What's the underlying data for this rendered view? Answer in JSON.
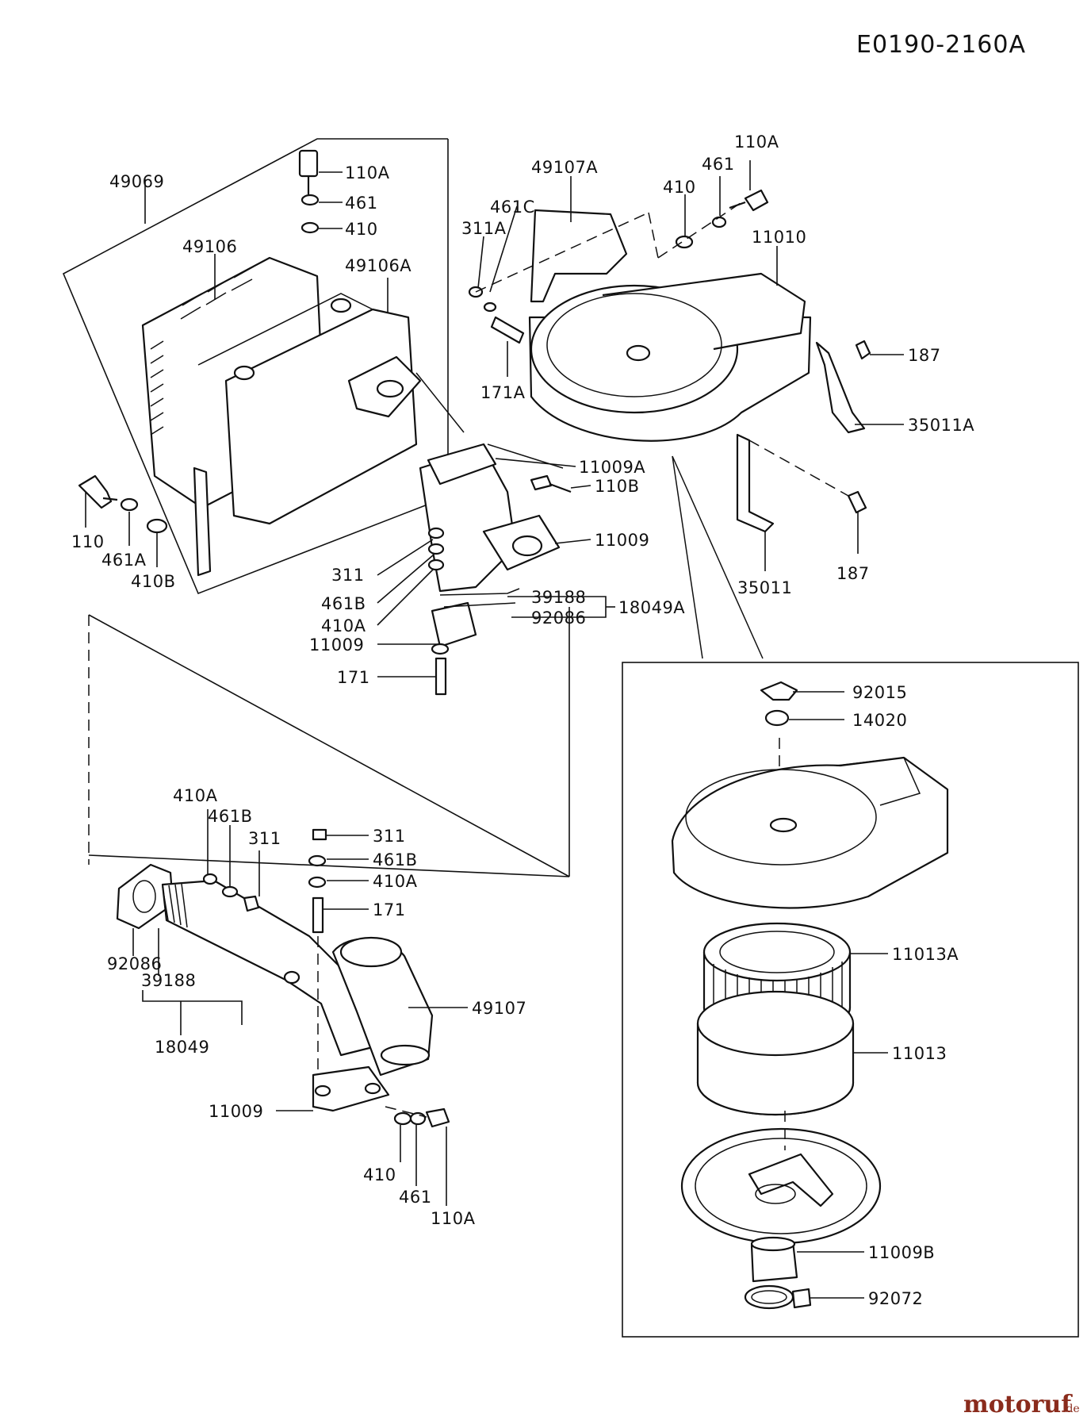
{
  "diagram_code": "E0190-2160A",
  "watermark": {
    "brand": "motoruf",
    "tld": ".de"
  },
  "labels": [
    "49069",
    "110A",
    "461",
    "410",
    "49106",
    "49106A",
    "110",
    "461A",
    "410B",
    "49107A",
    "461C",
    "311A",
    "171A",
    "110A",
    "461",
    "410",
    "11010",
    "187",
    "35011A",
    "11009A",
    "110B",
    "11009",
    "187",
    "35011",
    "311",
    "461B",
    "410A",
    "39188",
    "92086",
    "18049A",
    "11009",
    "171",
    "92015",
    "14020",
    "410A",
    "461B",
    "311",
    "311",
    "461B",
    "410A",
    "171",
    "92086",
    "39188",
    "18049",
    "49107",
    "11013A",
    "11013",
    "11009",
    "410",
    "461",
    "110A",
    "11009B",
    "92072"
  ]
}
